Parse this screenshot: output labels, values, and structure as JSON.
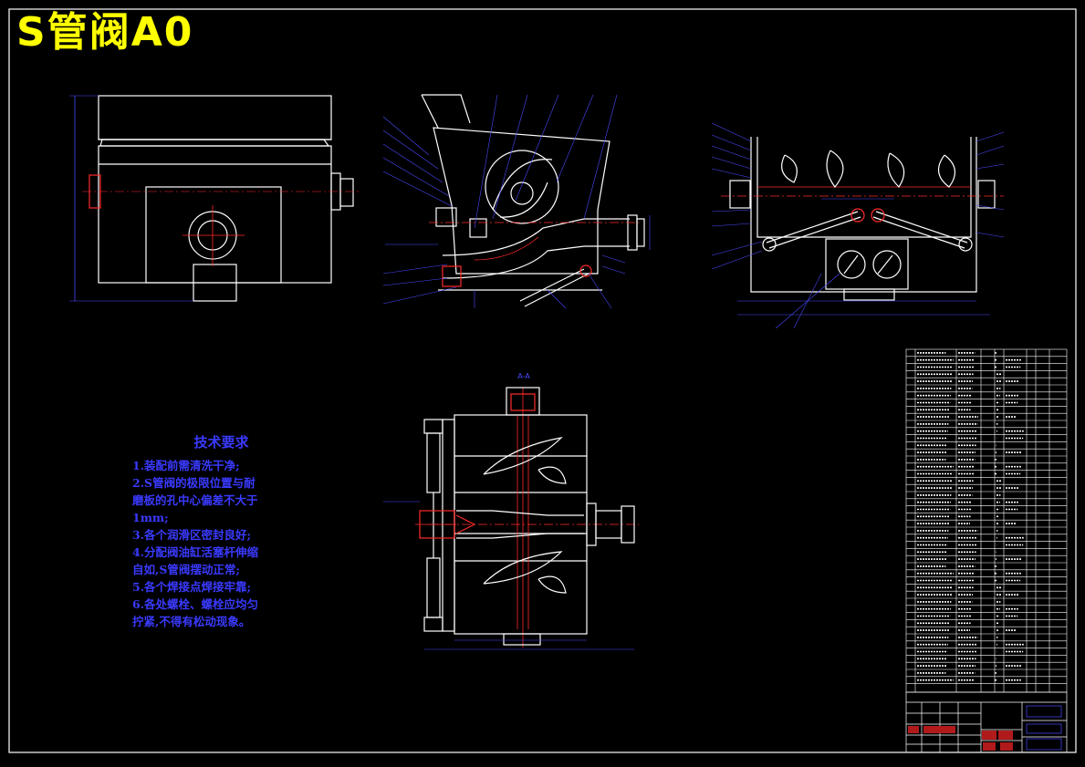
{
  "drawing": {
    "title": "S管阀A0",
    "tech_requirements": {
      "heading": "技术要求",
      "lines": [
        "1.装配前需清洗干净;",
        "2.S管阀的极限位置与耐",
        "磨板的孔中心偏差不大于",
        "1mm;",
        "3.各个润滑区密封良好;",
        "4.分配阀油缸活塞杆伸缩",
        "自如,S管阀摆动正常;",
        "5.各个焊接点焊接牢靠;",
        "6.各处螺栓、螺栓应均匀",
        "拧紧,不得有松动现象。"
      ]
    },
    "section_label": "A-A",
    "colors": {
      "title": "#ffff00",
      "tech_text": "#3a3aff",
      "outline": "#ffffff",
      "centerline": "#ff2a2a",
      "dimension": "#4a4aff",
      "table": "#ffffff"
    }
  }
}
